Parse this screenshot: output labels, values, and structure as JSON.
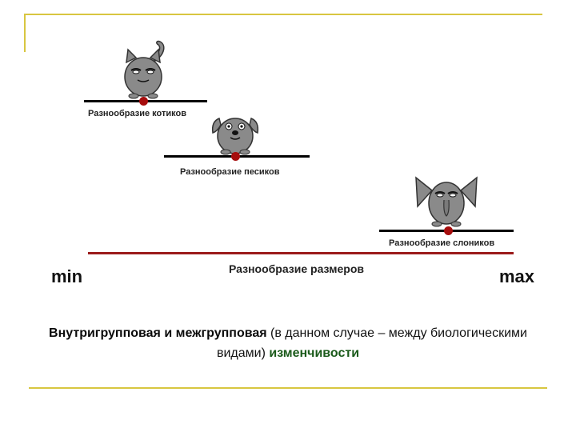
{
  "scales": [
    {
      "label": "Разнообразие котиков",
      "icon": "cat-icon"
    },
    {
      "label": "Разнообразие песиков",
      "icon": "dog-icon"
    },
    {
      "label": "Разнообразие слоников",
      "icon": "elephant-icon"
    }
  ],
  "axis": {
    "label": "Разнообразие размеров",
    "min": "min",
    "max": "max"
  },
  "caption": {
    "part1": "Внутригрупповая и межгрупповая",
    "part2": " (в данном случае – между биологическими видами) ",
    "part3": "изменчивости"
  },
  "colors": {
    "frame": "#d8c640",
    "dot": "#a60d0d",
    "axis_line": "#9b1b1b",
    "highlight": "#1a5a1a"
  }
}
